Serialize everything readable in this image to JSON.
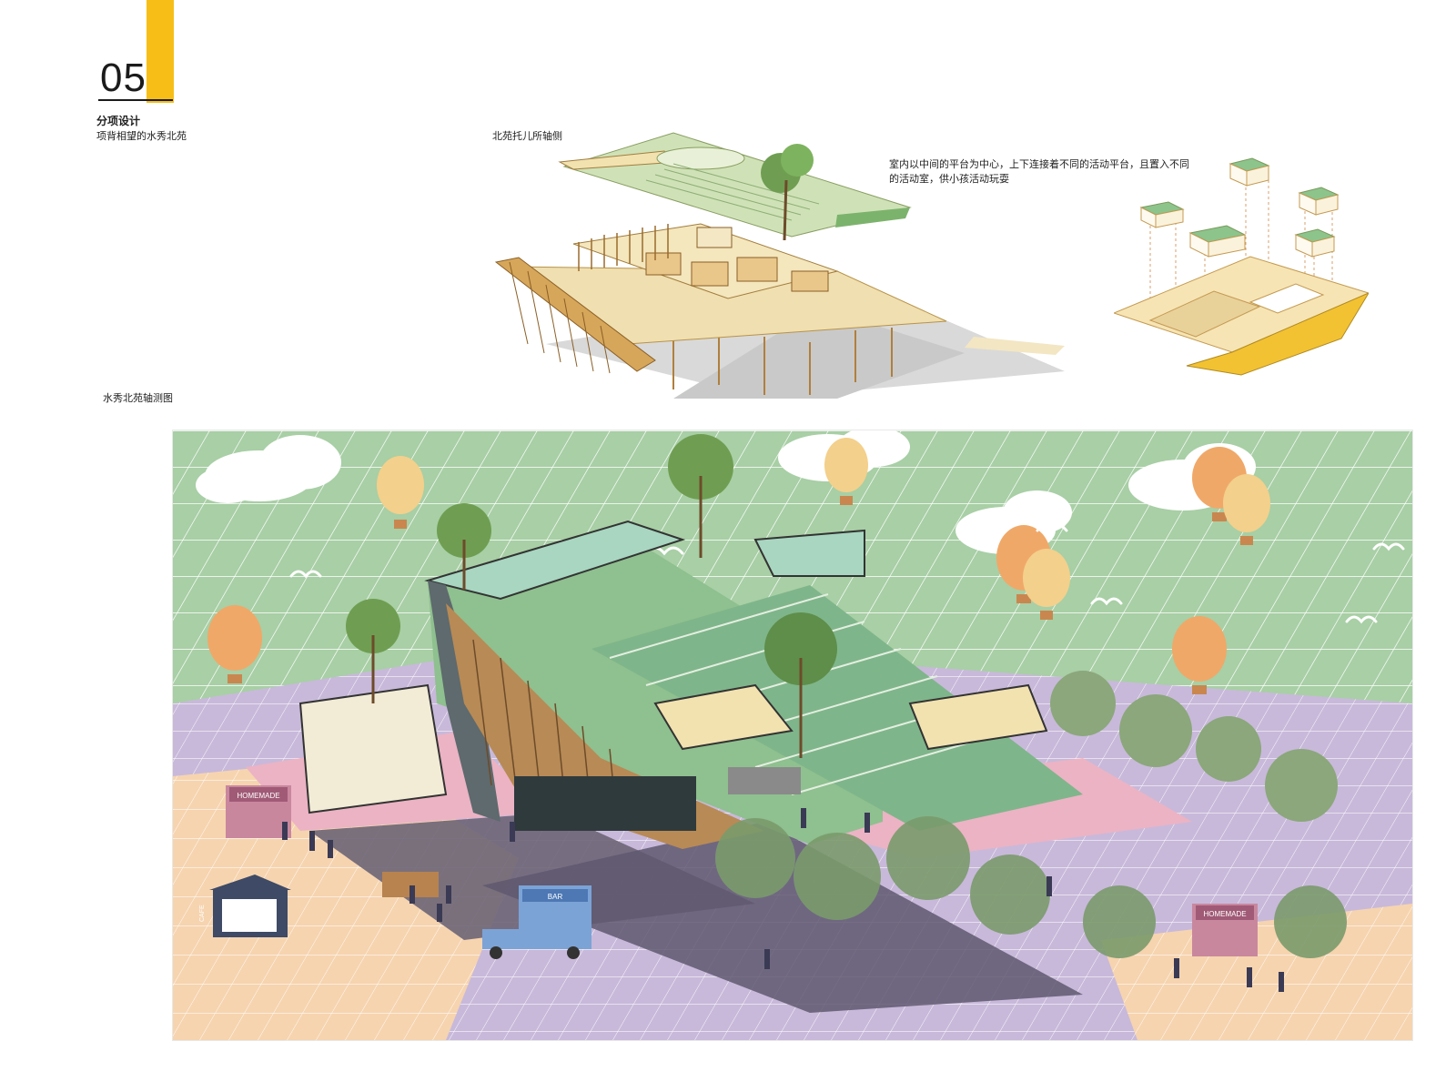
{
  "section": {
    "number": "05",
    "title": "分项设计",
    "subtitle": "项背相望的水秀北苑"
  },
  "labels": {
    "kindergarten_axon": "北苑托儿所轴侧",
    "main_axon": "水秀北苑轴测图",
    "note": "室内以中间的平台为中心，上下连接着不同的活动平台，且置入不同的活动室，供小孩活动玩耍"
  },
  "signs": {
    "stall_left": "HOMEMADE",
    "stall_right": "HOMEMADE",
    "bar_truck": "BAR",
    "tent_side": "CAFE"
  },
  "colors": {
    "accent": "#f7be17",
    "ground_green": "#a7cfa4",
    "paving_purple": "#c6b6d9",
    "paving_peach": "#f5d2ad",
    "paving_pink": "#ebb3c4",
    "roof_green": "#7fb58a",
    "wood": "#d8a45a",
    "balloon_orange": "#f0a868",
    "balloon_yellow": "#f3d08b"
  },
  "icons": [
    "hot-air-balloon-icon",
    "cloud-icon",
    "seagull-icon",
    "tree-icon",
    "person-icon"
  ]
}
